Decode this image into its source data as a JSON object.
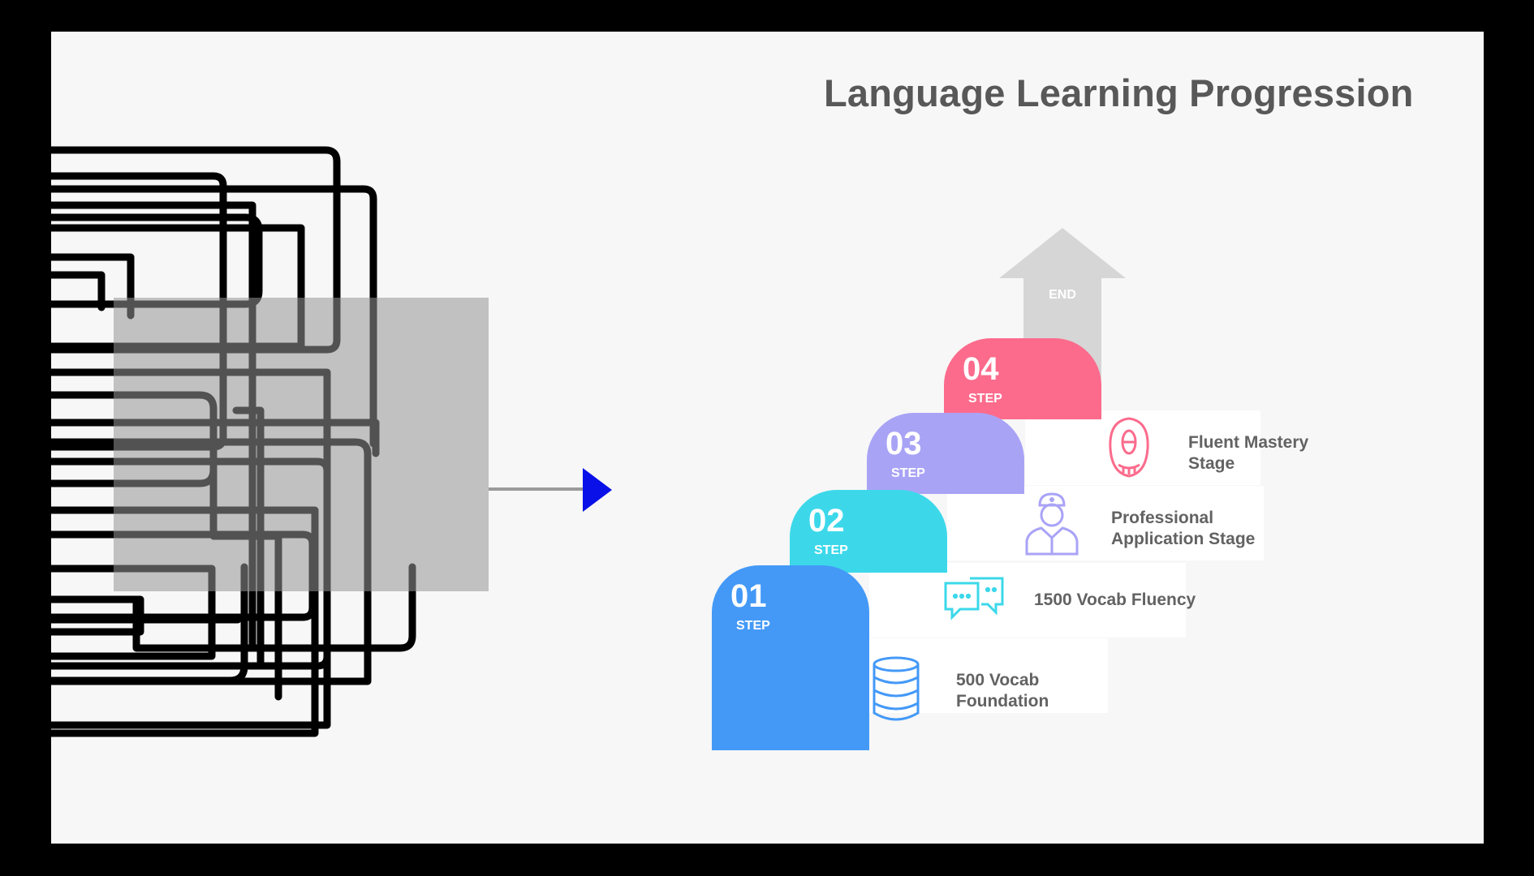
{
  "title": "Language Learning Progression",
  "end_label": "END",
  "step_word": "STEP",
  "steps": [
    {
      "number": "01",
      "label": "STEP",
      "text": "500 Vocab Foundation",
      "text_lines": [
        "500 Vocab",
        "Foundation"
      ],
      "color": "#4499f7",
      "icon": "database-icon"
    },
    {
      "number": "02",
      "label": "STEP",
      "text": "1500 Vocab Fluency",
      "text_lines": [
        "1500 Vocab Fluency"
      ],
      "color": "#3cd8ea",
      "icon": "chat-bubbles-icon"
    },
    {
      "number": "03",
      "label": "STEP",
      "text": "Professional Application Stage",
      "text_lines": [
        "Professional",
        "Application Stage"
      ],
      "color": "#a9a3f6",
      "icon": "professional-person-icon"
    },
    {
      "number": "04",
      "label": "STEP",
      "text": "Fluent Mastery Stage",
      "text_lines": [
        "Fluent Mastery",
        "Stage"
      ],
      "color": "#fc6b8c",
      "icon": "mouth-speech-icon"
    }
  ],
  "colors": {
    "pointer": "#0a10e8",
    "end_arrow": "#d6d6d6",
    "lines": "#000000"
  }
}
